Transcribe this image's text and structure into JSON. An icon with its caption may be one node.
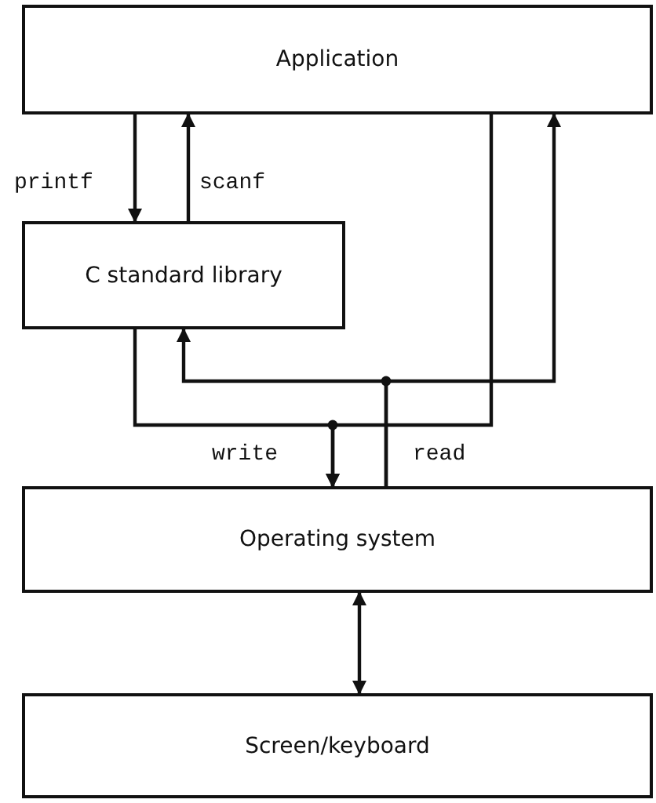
{
  "diagram": {
    "nodes": [
      {
        "text": [
          "Application"
        ]
      },
      {
        "text": [
          "C standard library"
        ]
      },
      {
        "text": [
          "Operating system"
        ]
      },
      {
        "text": [
          "Screen/keyboard"
        ]
      }
    ],
    "edges": [
      {
        "from": 0,
        "to": 1,
        "arrow": "to",
        "label": "printf"
      },
      {
        "from": 1,
        "to": 0,
        "arrow": "to",
        "label": "scanf"
      },
      {
        "from": 1,
        "to": 2,
        "arrow": "to",
        "label": "write"
      },
      {
        "from": 0,
        "to": 2,
        "arrow": "to"
      },
      {
        "from": 2,
        "to": 1,
        "arrow": "to",
        "label": "read"
      },
      {
        "from": 2,
        "to": 0,
        "arrow": "to"
      },
      {
        "from": 2,
        "to": 3,
        "arrow": "both"
      }
    ]
  }
}
